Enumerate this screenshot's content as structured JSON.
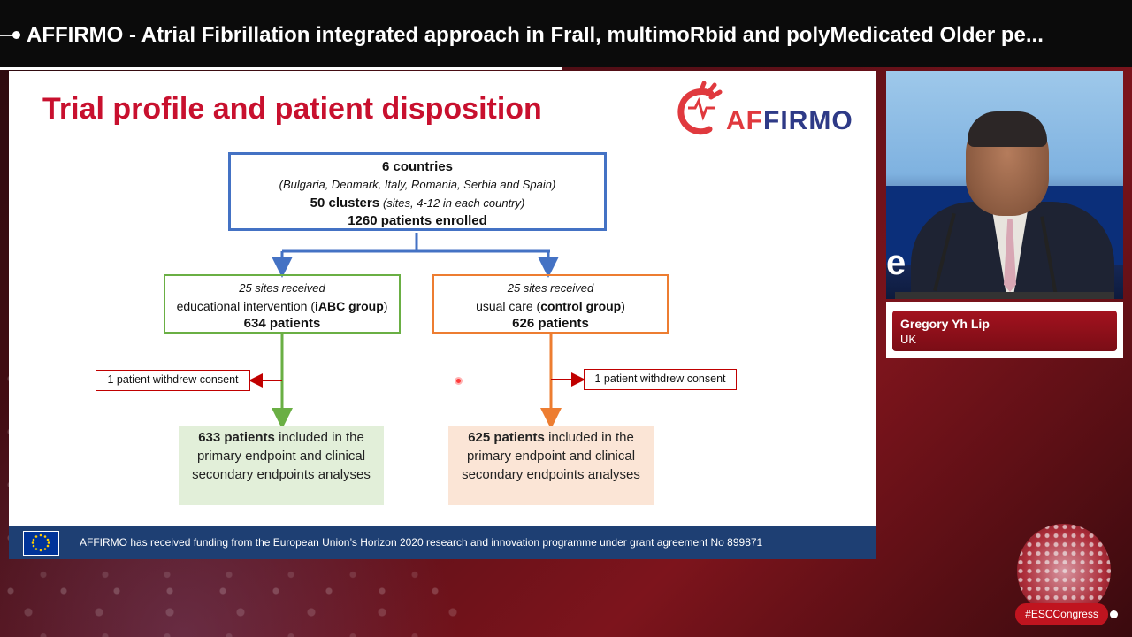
{
  "header": {
    "title": "AFFIRMO - Atrial Fibrillation integrated approach in FraIl, multimoRbid and polyMedicated Older pe..."
  },
  "slide": {
    "title": "Trial profile and patient disposition",
    "logo": {
      "text_a": "AF",
      "text_b": "FIRMO",
      "icon": "heart-logo-icon"
    },
    "top_box": {
      "line1": "6 countries",
      "line2": "(Bulgaria, Denmark, Italy, Romania, Serbia and Spain)",
      "line3_bold": "50 clusters",
      "line3_ital": "(sites, 4-12 in each country)",
      "line4": "1260 patients enrolled"
    },
    "left_box": {
      "line1": "25 sites received",
      "line2_pre": "educational intervention (",
      "line2_bold": "iABC group",
      "line2_post": ")",
      "line3": "634 patients"
    },
    "right_box": {
      "line1": "25 sites received",
      "line2_pre": "usual care (",
      "line2_bold": "control group",
      "line2_post": ")",
      "line3": "626 patients"
    },
    "withdraw_left": "1 patient withdrew consent",
    "withdraw_right": "1 patient withdrew consent",
    "result_left": {
      "bold": "633 patients",
      "rest": " included in the primary endpoint and clinical secondary endpoints analyses"
    },
    "result_right": {
      "bold": "625 patients",
      "rest": " included in the primary endpoint and clinical secondary endpoints analyses"
    },
    "footer": "AFFIRMO has received funding from the European Union’s Horizon 2020 research and innovation programme under grant agreement No 899871",
    "colors": {
      "title": "#c8102e",
      "top": "#4472c4",
      "left": "#6aaf44",
      "right": "#ed7d31",
      "withdraw": "#c00000"
    }
  },
  "speaker": {
    "name": "Gregory Yh Lip",
    "country": "UK"
  },
  "hashtag": "#ESCCongress"
}
